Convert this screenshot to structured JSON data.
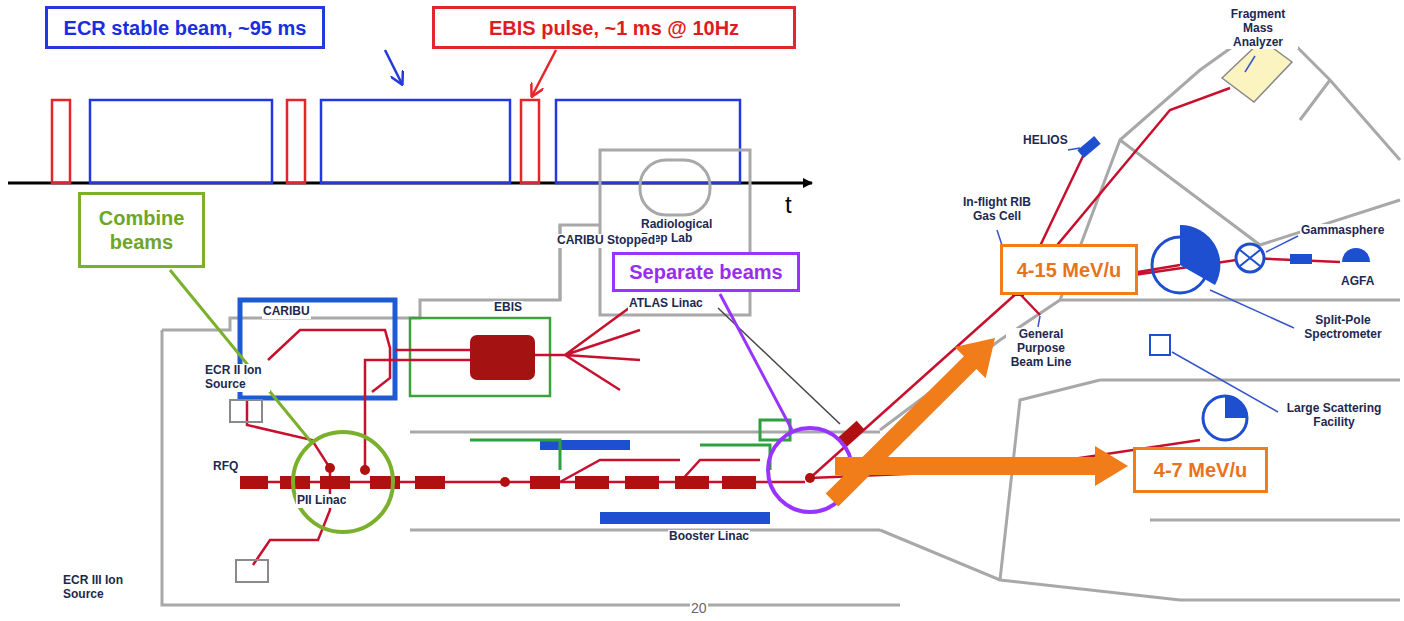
{
  "diagram": {
    "nodes": [
      {
        "text": [
          "ECR stable beam, ~95 ms"
        ]
      },
      {
        "text": [
          "EBIS pulse, ~1 ms @ 10Hz"
        ]
      },
      {
        "text": [
          "Combine beams"
        ]
      },
      {
        "text": [
          "Separate beams"
        ]
      },
      {
        "text": [
          "4-15 MeV/u"
        ]
      },
      {
        "text": [
          "4-7 MeV/u"
        ]
      }
    ],
    "labels": [
      "t",
      "CARIBU",
      "ECR II Ion Source",
      "EBIS",
      "Radiological Prep Lab",
      "CARIBU Stopped",
      "ATLAS Linac",
      "RFQ",
      "PII Linac",
      "Booster Linac",
      "ECR III Ion Source",
      "Fragment Mass Analyzer",
      "HELIOS",
      "In-flight RIB Gas Cell",
      "AGFA",
      "Gammasphere",
      "Split-Pole Spectrometer",
      "General Purpose Beam Line",
      "Large Scattering Facility",
      "20"
    ]
  }
}
